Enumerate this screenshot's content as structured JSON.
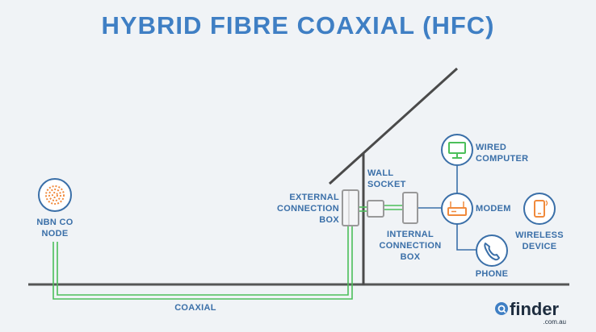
{
  "title": "HYBRID FIBRE COAXIAL (HFC)",
  "labels": {
    "node_line1": "NBN CO",
    "node_line2": "NODE",
    "ext_box_line1": "EXTERNAL",
    "ext_box_line2": "CONNECTION",
    "ext_box_line3": "BOX",
    "wall_line1": "WALL",
    "wall_line2": "SOCKET",
    "int_box_line1": "INTERNAL",
    "int_box_line2": "CONNECTION",
    "int_box_line3": "BOX",
    "computer_line1": "WIRED",
    "computer_line2": "COMPUTER",
    "modem": "MODEM",
    "phone": "PHONE",
    "wireless_line1": "WIRELESS",
    "wireless_line2": "DEVICE",
    "cable": "COAXIAL"
  },
  "brand": {
    "name": "finder",
    "domain": ".com.au"
  },
  "icons": {
    "node": "satellite-dish-icon",
    "computer": "monitor-icon",
    "modem": "router-icon",
    "phone": "phone-handset-icon",
    "wireless": "smartphone-icon",
    "brand": "magnifier-icon"
  },
  "colors": {
    "background": "#f0f3f6",
    "title": "#3f7fc4",
    "label": "#3a6fa8",
    "cable": "#4cbf5a",
    "wall": "#4a4a4a",
    "node_accent": "#f08a3c",
    "brand_text": "#1e2d3f"
  }
}
